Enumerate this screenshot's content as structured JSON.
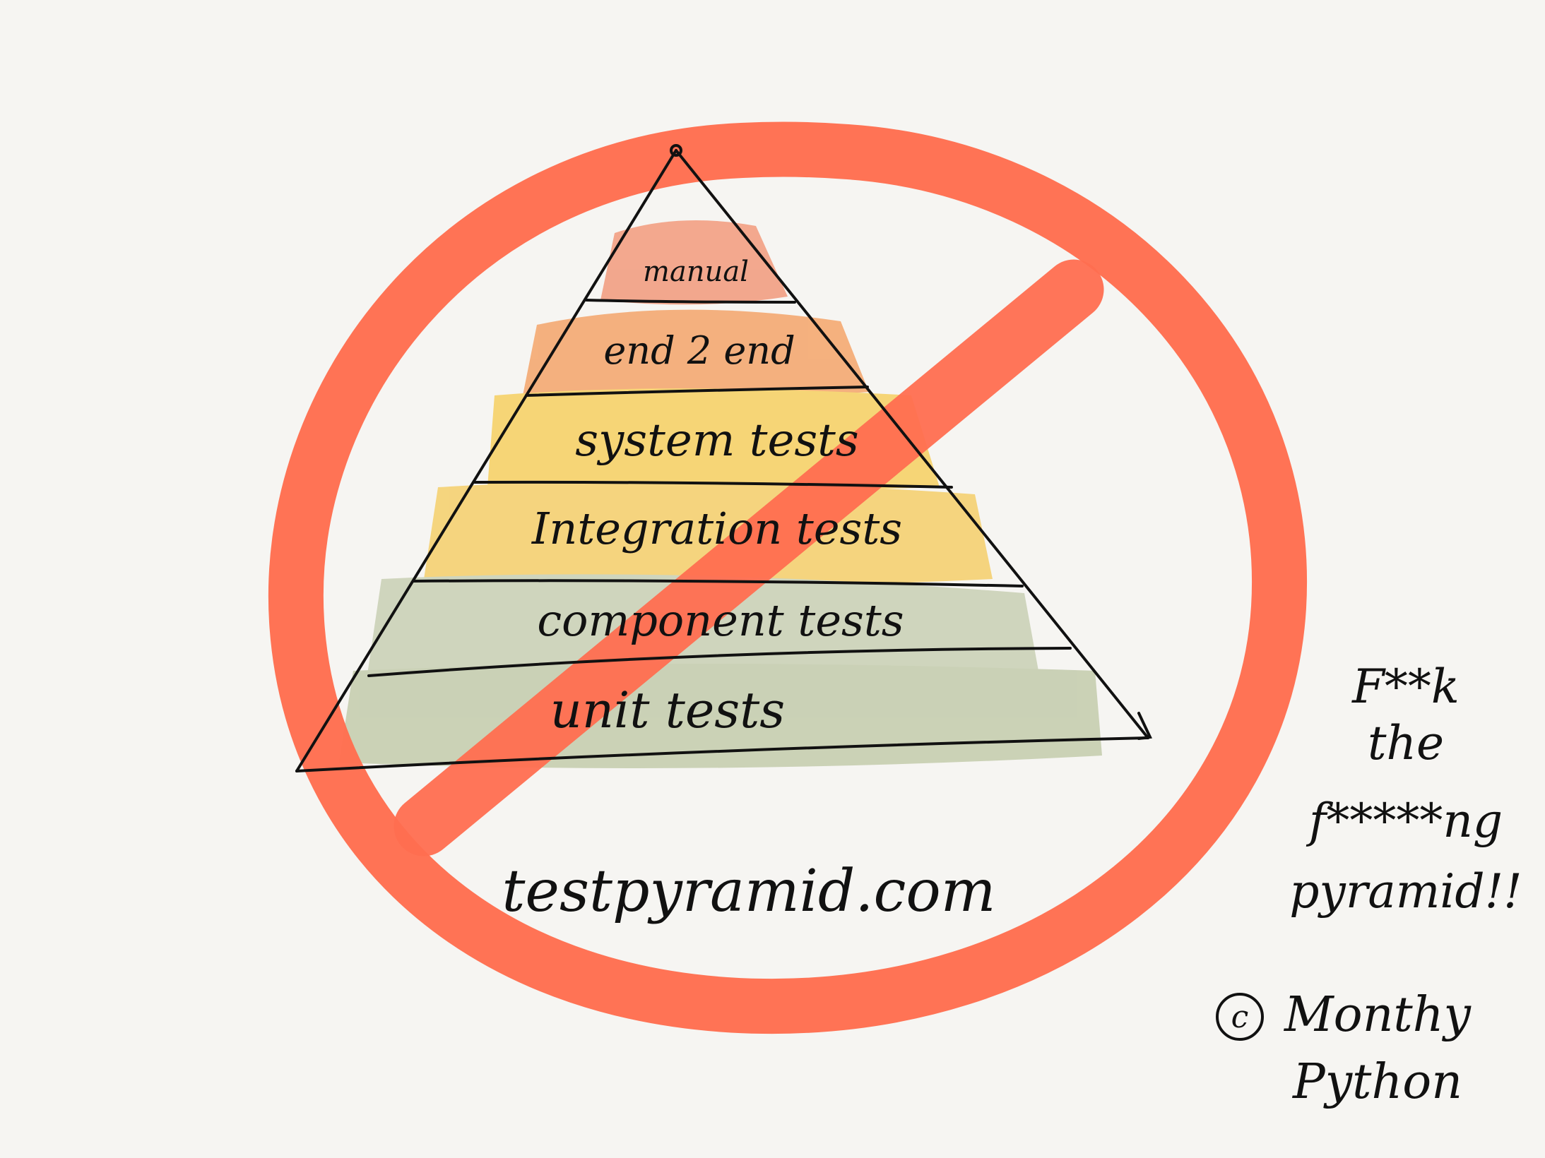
{
  "pyramid": {
    "layers": [
      {
        "label": "manual",
        "color": "#f29a7c"
      },
      {
        "label": "end 2 end",
        "color": "#f4a46a"
      },
      {
        "label": "system tests",
        "color": "#f6d061"
      },
      {
        "label": "Integration tests",
        "color": "#f5cf6a"
      },
      {
        "label": "component tests",
        "color": "#c9d0b4"
      },
      {
        "label": "unit tests",
        "color": "#c3cbac"
      }
    ]
  },
  "prohibition_sign": {
    "color": "#ff6e50"
  },
  "website": "testpyramid.com",
  "side_note": {
    "lines": [
      "F**k",
      "the",
      "f*****ng",
      "pyramid!!"
    ]
  },
  "credit": {
    "symbol": "c",
    "lines": [
      "Monthy",
      "Python"
    ]
  }
}
